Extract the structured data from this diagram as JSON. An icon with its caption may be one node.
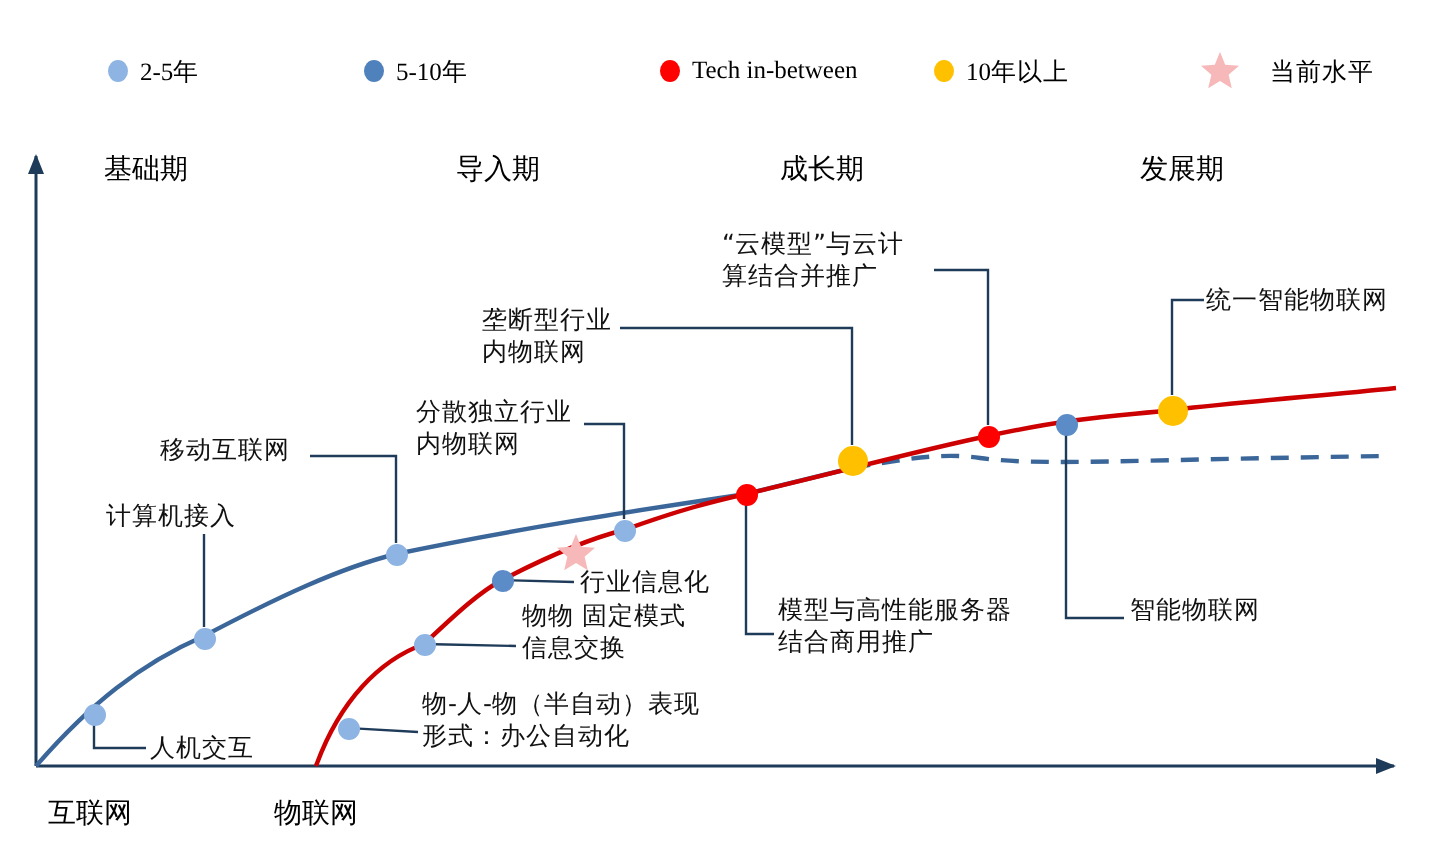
{
  "diagram": {
    "nodes": [
      {
        "text": [
          "人机交互"
        ]
      },
      {
        "text": [
          "计算机接入"
        ]
      },
      {
        "text": [
          "移动互联网"
        ]
      },
      {
        "text": [
          "分散独立行业内物联网"
        ]
      },
      {
        "text": [
          "垄断型行业内物联网"
        ]
      },
      {
        "text": [
          "行业信息化"
        ]
      },
      {
        "text": [
          "物物 固定模式信息交换"
        ]
      },
      {
        "text": [
          "物-人-物（半自动）表现形式：办公自动化"
        ]
      },
      {
        "text": [
          "模型与高性能服务器结合商用推广"
        ]
      },
      {
        "text": [
          "“云模型”与云计算结合并推广"
        ]
      },
      {
        "text": [
          "智能物联网"
        ]
      },
      {
        "text": [
          "统一智能物联网"
        ]
      },
      {
        "text": [],
        "shape": "circle"
      },
      {
        "text": [],
        "shape": "circle"
      },
      {
        "text": [],
        "shape": "circle"
      },
      {
        "text": [],
        "shape": "circle"
      },
      {
        "text": [],
        "shape": "circle"
      },
      {
        "text": [],
        "shape": "circle"
      },
      {
        "text": [],
        "shape": "circle"
      },
      {
        "text": [],
        "shape": "circle"
      },
      {
        "text": [],
        "shape": "circle"
      },
      {
        "text": [],
        "shape": "circle"
      },
      {
        "text": [],
        "shape": "circle"
      },
      {
        "text": [],
        "shape": "circle"
      }
    ],
    "edges": [
      {
        "from": 0,
        "to": 12,
        "arrow": "none"
      },
      {
        "from": 1,
        "to": 14,
        "arrow": "none"
      },
      {
        "from": 2,
        "to": 16,
        "arrow": "none"
      },
      {
        "from": 3,
        "to": 18,
        "arrow": "none"
      },
      {
        "from": 4,
        "to": 20,
        "arrow": "none"
      },
      {
        "from": 5,
        "to": 17,
        "arrow": "none"
      },
      {
        "from": 6,
        "to": 15,
        "arrow": "none"
      },
      {
        "from": 7,
        "to": 13,
        "arrow": "none"
      },
      {
        "from": 8,
        "to": 19,
        "arrow": "none"
      },
      {
        "from": 9,
        "to": 21,
        "arrow": "none"
      },
      {
        "from": 10,
        "to": 22,
        "arrow": "none"
      },
      {
        "from": 11,
        "to": 23,
        "arrow": "none"
      }
    ],
    "labels": [
      "基础期",
      "导入期",
      "成长期",
      "发展期",
      "互联网",
      "物联网"
    ],
    "legend": [
      {
        "text": "2-5年",
        "color": "#8eb4e3"
      },
      {
        "text": "5-10年",
        "color": "#4f81bd"
      },
      {
        "text": "Tech in-between",
        "color": "#ff0000"
      },
      {
        "text": "10年以上",
        "color": "#ffc000"
      },
      {
        "text": "当前水平"
      }
    ]
  }
}
